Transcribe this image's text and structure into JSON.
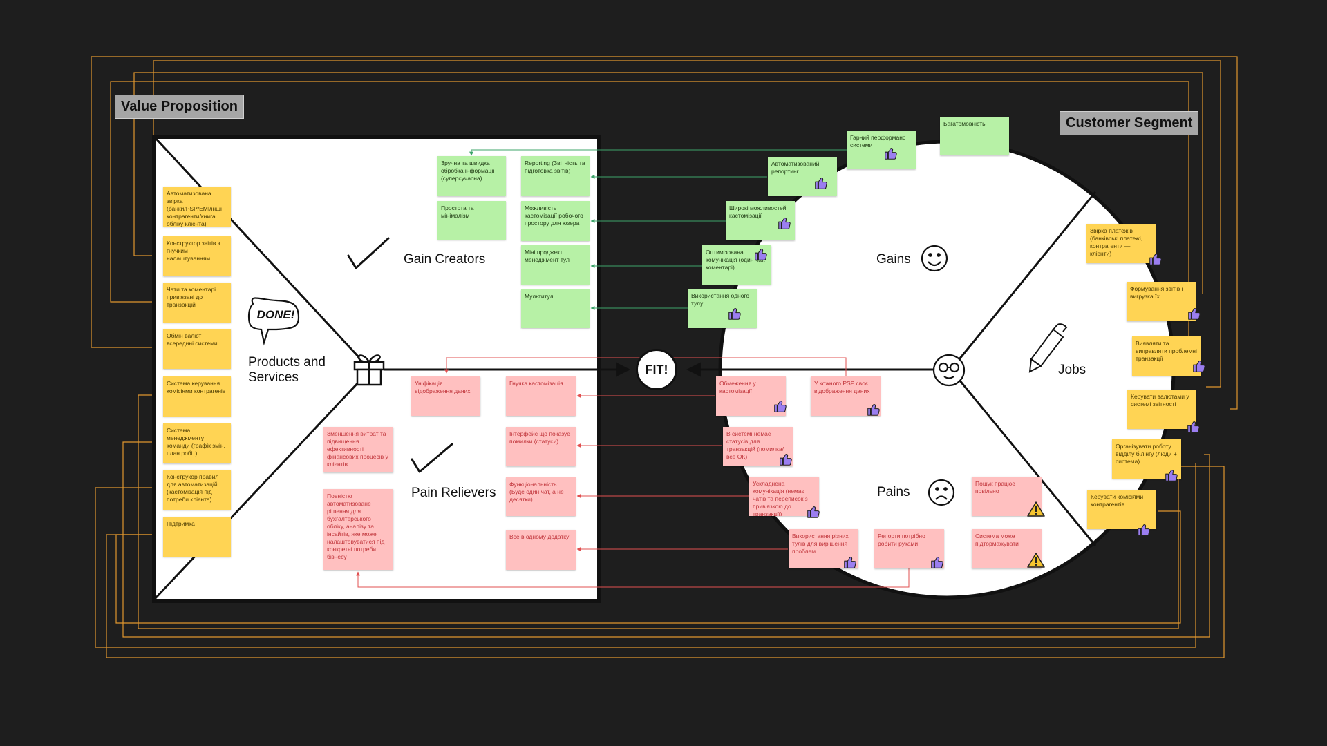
{
  "labels": {
    "value_proposition": "Value Proposition",
    "customer_segment": "Customer Segment",
    "fit": "FIT!"
  },
  "sections": {
    "gain_creators": "Gain Creators",
    "pain_relievers": "Pain Relievers",
    "products_services_line1": "Products and",
    "products_services_line2": "Services",
    "gains": "Gains",
    "pains": "Pains",
    "jobs": "Jobs",
    "done_badge": "DONE!"
  },
  "products": [
    "Автоматизована звірка (банки/PSP/EMI/інші контрагенти/книга обліку клієнта)",
    "Конструктор звітів з гнучким налаштуванням",
    "Чати та коментарі прив'язані до транзакцій",
    "Обмін валют всередині системи",
    "Система керування комісіями контрагенів",
    "Система менеджменту команди (графік змін, план робіт)",
    "Конструкор правил для автоматизацій (кастомізація під потреби клієнта)",
    "Підтримка"
  ],
  "gain_creators": [
    "Зручна та швидка обробка інформації (суперсучасна)",
    "Простота та мінімалізм",
    "Reporting (Звітність та підготовка звітів)",
    "Можливість кастомізації робочого простору для юзера",
    "Міні проджект менеджмент тул",
    "Мультитул"
  ],
  "pain_relievers": [
    "Уніфікація відображення даних",
    "Гнучка кастомізація",
    "Зменшення витрат та підвищення ефективності фінансових процесів у клієнтів",
    "Інтерфейс що показує помилки (статуси)",
    "Функціональність (Буде один чат, а не десятки)",
    "Повністю автоматизоване рішення для бухгалтерського обліку, аналізу та інсайтів, яке може налаштовуватися під конкретні потреби бізнесу",
    "Все в одному додатку"
  ],
  "gains": [
    "Гарний перформанс системи",
    "Багатомовність",
    "Автоматизований репортинг",
    "Широкі можливостей кастомізації",
    "Оптимізована комунікація (один чат, коментарі)",
    "Використання одного тулу"
  ],
  "pains": [
    "Обмеження у кастомізації",
    "У кожного PSP своє відображення даних",
    "В системі немає статусів для транзакцій (помилка/все ОК)",
    "Ускладнена комунікація (немає чатів та переписок з прив'язкою до транзакції)",
    "Пошук працює повільно",
    "Використання різних тулів для вирішення проблем",
    "Репорти потрібно робити руками",
    "Система може підтормажувати"
  ],
  "jobs": [
    "Звірка платежів (банківські платежі, контрагенти — клієнти)",
    "Формування звітів і вигрузка їх",
    "Виявляти та виправляти проблемні транзакції",
    "Керувати валютами у системі звітності",
    "Організувати роботу відділу білінгу (люди + система)",
    "Керувати комісіями контрагентів"
  ],
  "icons": [
    "checkmark-icon",
    "gift-icon",
    "done-speech-icon",
    "smile-icon",
    "frown-icon",
    "glasses-face-icon",
    "pencil-icon",
    "thumbs-up-icon",
    "warning-icon"
  ],
  "colors": {
    "background": "#1e1e1e",
    "product_note": "#ffd454",
    "gain_note": "#b7f1a6",
    "pain_note": "#ffc0c0",
    "orange_connector": "#e0962e",
    "green_connector": "#3da46a",
    "red_connector": "#e05050",
    "thumb": "#9b7ef0"
  }
}
